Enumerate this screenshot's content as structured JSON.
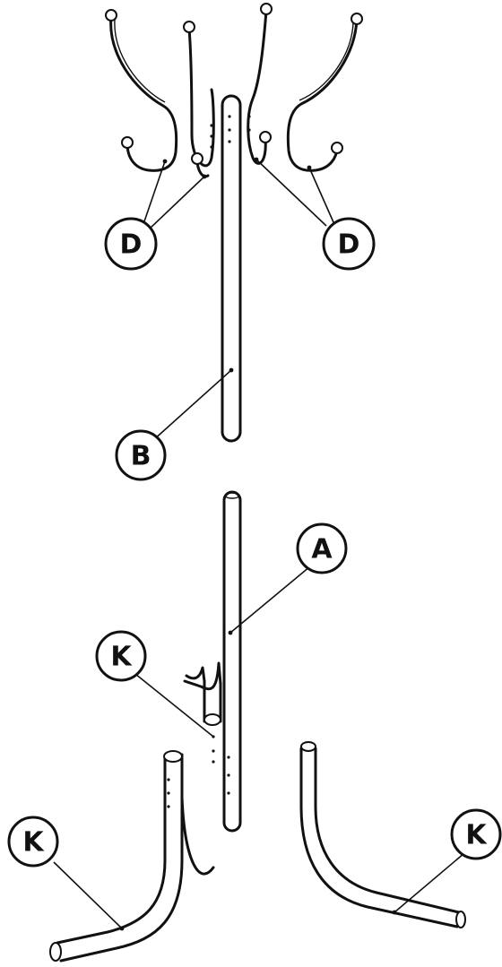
{
  "diagram": {
    "labels": {
      "hook_left": "D",
      "hook_right": "D",
      "upper_pole": "B",
      "lower_pole": "A",
      "leg_inner": "K",
      "leg_left": "K",
      "leg_right": "K"
    }
  }
}
